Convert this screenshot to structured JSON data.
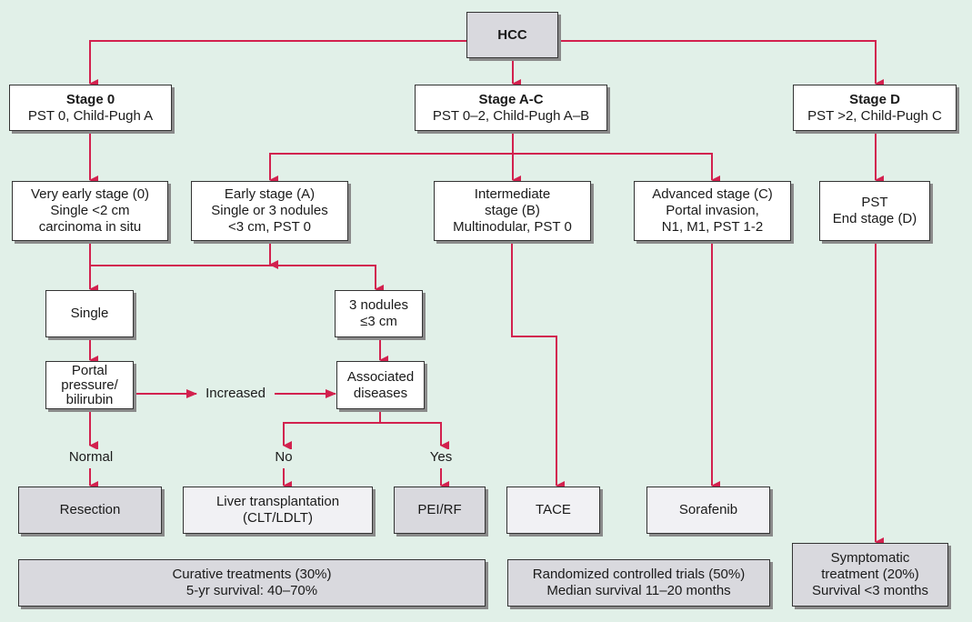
{
  "colors": {
    "background": "#e1f0e8",
    "connector": "#d2214e",
    "box_white": "#ffffff",
    "box_gray": "#d9d9de"
  },
  "nodes": {
    "hcc": {
      "title": "HCC"
    },
    "stage0": {
      "title": "Stage 0",
      "line1": "PST 0, Child-Pugh A"
    },
    "stageAC": {
      "title": "Stage A-C",
      "line1": "PST 0–2, Child-Pugh A–B"
    },
    "stageD": {
      "title": "Stage D",
      "line1": "PST >2, Child-Pugh C"
    },
    "very_early": {
      "line1": "Very early stage (0)",
      "line2": "Single <2 cm",
      "line3": "carcinoma in situ"
    },
    "early": {
      "line1": "Early stage (A)",
      "line2": "Single or 3 nodules",
      "line3": "<3 cm, PST 0"
    },
    "intermediate": {
      "line1": "Intermediate",
      "line2": "stage (B)",
      "line3": "Multinodular, PST 0"
    },
    "advanced": {
      "line1": "Advanced stage (C)",
      "line2": "Portal invasion,",
      "line3": "N1, M1, PST 1-2"
    },
    "end_stage": {
      "line1": "PST",
      "line2": "End stage (D)"
    },
    "single": {
      "line1": "Single"
    },
    "three_nodules": {
      "line1": "3 nodules",
      "line2": "≤3 cm"
    },
    "portal": {
      "line1": "Portal",
      "line2": "pressure/",
      "line3": "bilirubin"
    },
    "associated": {
      "line1": "Associated",
      "line2": "diseases"
    },
    "resection": {
      "line1": "Resection"
    },
    "liver_tx": {
      "line1": "Liver transplantation",
      "line2": "(CLT/LDLT)"
    },
    "pei_rf": {
      "line1": "PEI/RF"
    },
    "tace": {
      "line1": "TACE"
    },
    "sorafenib": {
      "line1": "Sorafenib"
    },
    "curative": {
      "line1": "Curative treatments (30%)",
      "line2": "5-yr survival: 40–70%"
    },
    "rct": {
      "line1": "Randomized controlled trials (50%)",
      "line2": "Median survival 11–20 months"
    },
    "symptomatic": {
      "line1": "Symptomatic",
      "line2": "treatment (20%)",
      "line3": "Survival <3 months"
    }
  },
  "edge_labels": {
    "increased": "Increased",
    "normal": "Normal",
    "no": "No",
    "yes": "Yes"
  }
}
